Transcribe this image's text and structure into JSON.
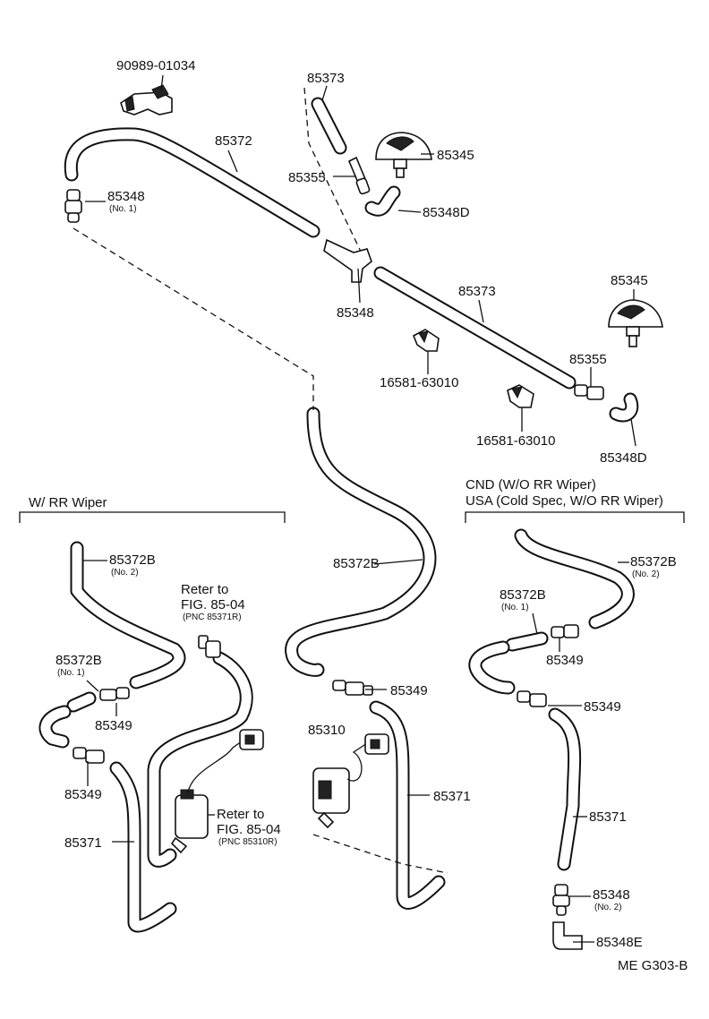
{
  "parts": {
    "clip_top": "90989-01034",
    "hose_85373_top": "85373",
    "hose_85372": "85372",
    "nozzle_top": "85345",
    "joint_85355_top": "85355",
    "valve_85348_no1": "85348",
    "valve_85348_no1_sub": "(No. 1)",
    "elbow_85348d_top": "85348D",
    "tee_85348": "85348",
    "hose_85373_mid": "85373",
    "nozzle_right": "85345",
    "clip_mid_1": "16581-63010",
    "joint_85355_right": "85355",
    "clip_mid_2": "16581-63010",
    "elbow_85348d_right": "85348D",
    "hose_85372b_center": "85372B",
    "joint_85349_center": "85349",
    "motor_85310": "85310",
    "hose_85371_center": "85371"
  },
  "left_section": {
    "header": "W/ RR Wiper",
    "hose_85372b_no2": "85372B",
    "hose_85372b_no2_sub": "(No. 2)",
    "refer_1_line1": "Reter to",
    "refer_1_line2": "FIG. 85-04",
    "refer_1_sub": "(PNC 85371R)",
    "hose_85372b_no1": "85372B",
    "hose_85372b_no1_sub": "(No. 1)",
    "joint_85349_a": "85349",
    "joint_85349_b": "85349",
    "refer_2_line1": "Reter to",
    "refer_2_line2": "FIG. 85-04",
    "refer_2_sub": "(PNC 85310R)",
    "hose_85371": "85371"
  },
  "right_section": {
    "header_line1": "CND (W/O  RR Wiper)",
    "header_line2": "USA (Cold Spec, W/O  RR Wiper)",
    "hose_85372b_no2": "85372B",
    "hose_85372b_no2_sub": "(No. 2)",
    "hose_85372b_no1": "85372B",
    "hose_85372b_no1_sub": "(No. 1)",
    "joint_85349_a": "85349",
    "joint_85349_b": "85349",
    "hose_85371": "85371",
    "valve_85348_no2": "85348",
    "valve_85348_no2_sub": "(No. 2)",
    "elbow_85348e": "85348E"
  },
  "figure_code": "ME  G303-B"
}
